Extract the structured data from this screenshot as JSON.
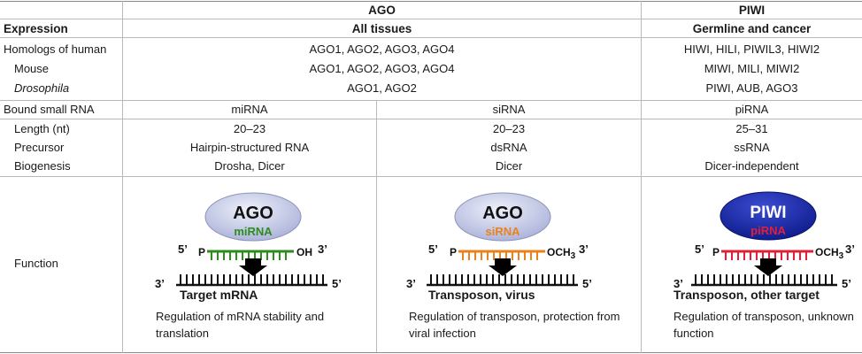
{
  "header": {
    "expression": "Expression",
    "ago": "AGO",
    "piwi": "PIWI",
    "ago_tissues": "All tissues",
    "piwi_tissues": "Germline and cancer"
  },
  "rows": {
    "homologs_label": "Homologs of human",
    "homologs_ago": "AGO1, AGO2, AGO3, AGO4",
    "homologs_piwi": "HIWI, HILI, PIWIL3, HIWI2",
    "mouse_label": "Mouse",
    "mouse_ago": "AGO1, AGO2, AGO3, AGO4",
    "mouse_piwi": "MIWI, MILI, MIWI2",
    "drosophila_label": "Drosophila",
    "drosophila_ago": "AGO1, AGO2",
    "drosophila_piwi": "PIWI, AUB, AGO3",
    "bound_label": "Bound small RNA",
    "bound_mi": "miRNA",
    "bound_si": "siRNA",
    "bound_pi": "piRNA",
    "length_label": "Length (nt)",
    "length_mi": "20–23",
    "length_si": "20–23",
    "length_pi": "25–31",
    "precursor_label": "Precursor",
    "precursor_mi": "Hairpin-structured RNA",
    "precursor_si": "dsRNA",
    "precursor_pi": "ssRNA",
    "biogenesis_label": "Biogenesis",
    "biogenesis_mi": "Drosha, Dicer",
    "biogenesis_si": "Dicer",
    "biogenesis_pi": "Dicer-independent",
    "function_label": "Function"
  },
  "panels": {
    "mi": {
      "protein": "AGO",
      "rna": "miRNA",
      "five": "5’",
      "p": "P",
      "end": "OH",
      "three": "3’",
      "target_three": "3’",
      "target_five": "5’",
      "target": "Target mRNA",
      "caption": "Regulation of mRNA stability and translation"
    },
    "si": {
      "protein": "AGO",
      "rna": "siRNA",
      "five": "5’",
      "p": "P",
      "end": "OCH3",
      "three": "3’",
      "target_three": "3’",
      "target_five": "5’",
      "target": "Transposon, virus",
      "caption": "Regulation of transposon, protection from viral infection"
    },
    "pi": {
      "protein": "PIWI",
      "rna": "piRNA",
      "five": "5’",
      "p": "P",
      "end": "OCH3",
      "three": "3’",
      "target_three": "3’",
      "target_five": "5’",
      "target": "Transposon, other target",
      "caption": "Regulation of transposon, unknown function"
    }
  },
  "colors": {
    "mirna": "#2e8b1e",
    "sirna": "#e8821e",
    "pirna": "#e0203a",
    "ago_fill_light": "#eef0fa",
    "ago_fill_dark": "#a9b0d8",
    "piwi_fill_light": "#3b4bd0",
    "piwi_fill_dark": "#0d1a8a"
  }
}
